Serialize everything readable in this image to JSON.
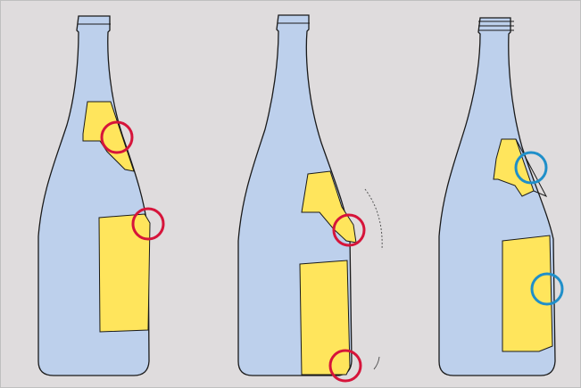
{
  "colors": {
    "background": "#dfdcdd",
    "frame": "#bfbfbf",
    "bottle_fill": "#bdd0ec",
    "bottle_stroke": "#1a1a1a",
    "label_fill": "#ffe55c",
    "marker_red": "#d6143a",
    "marker_blue": "#1f8fc9"
  },
  "bottles": [
    {
      "name": "bottle-1",
      "labels": [
        "neck-label",
        "body-label"
      ],
      "markers": [
        {
          "name": "neck-label-marker",
          "color": "red"
        },
        {
          "name": "body-label-marker",
          "color": "red"
        }
      ]
    },
    {
      "name": "bottle-2",
      "labels": [
        "neck-label",
        "body-label"
      ],
      "markers": [
        {
          "name": "neck-label-marker",
          "color": "red"
        },
        {
          "name": "body-label-marker",
          "color": "red"
        }
      ]
    },
    {
      "name": "bottle-3",
      "labels": [
        "neck-label",
        "body-label"
      ],
      "markers": [
        {
          "name": "neck-label-marker",
          "color": "blue"
        },
        {
          "name": "body-label-marker",
          "color": "blue"
        }
      ]
    }
  ]
}
